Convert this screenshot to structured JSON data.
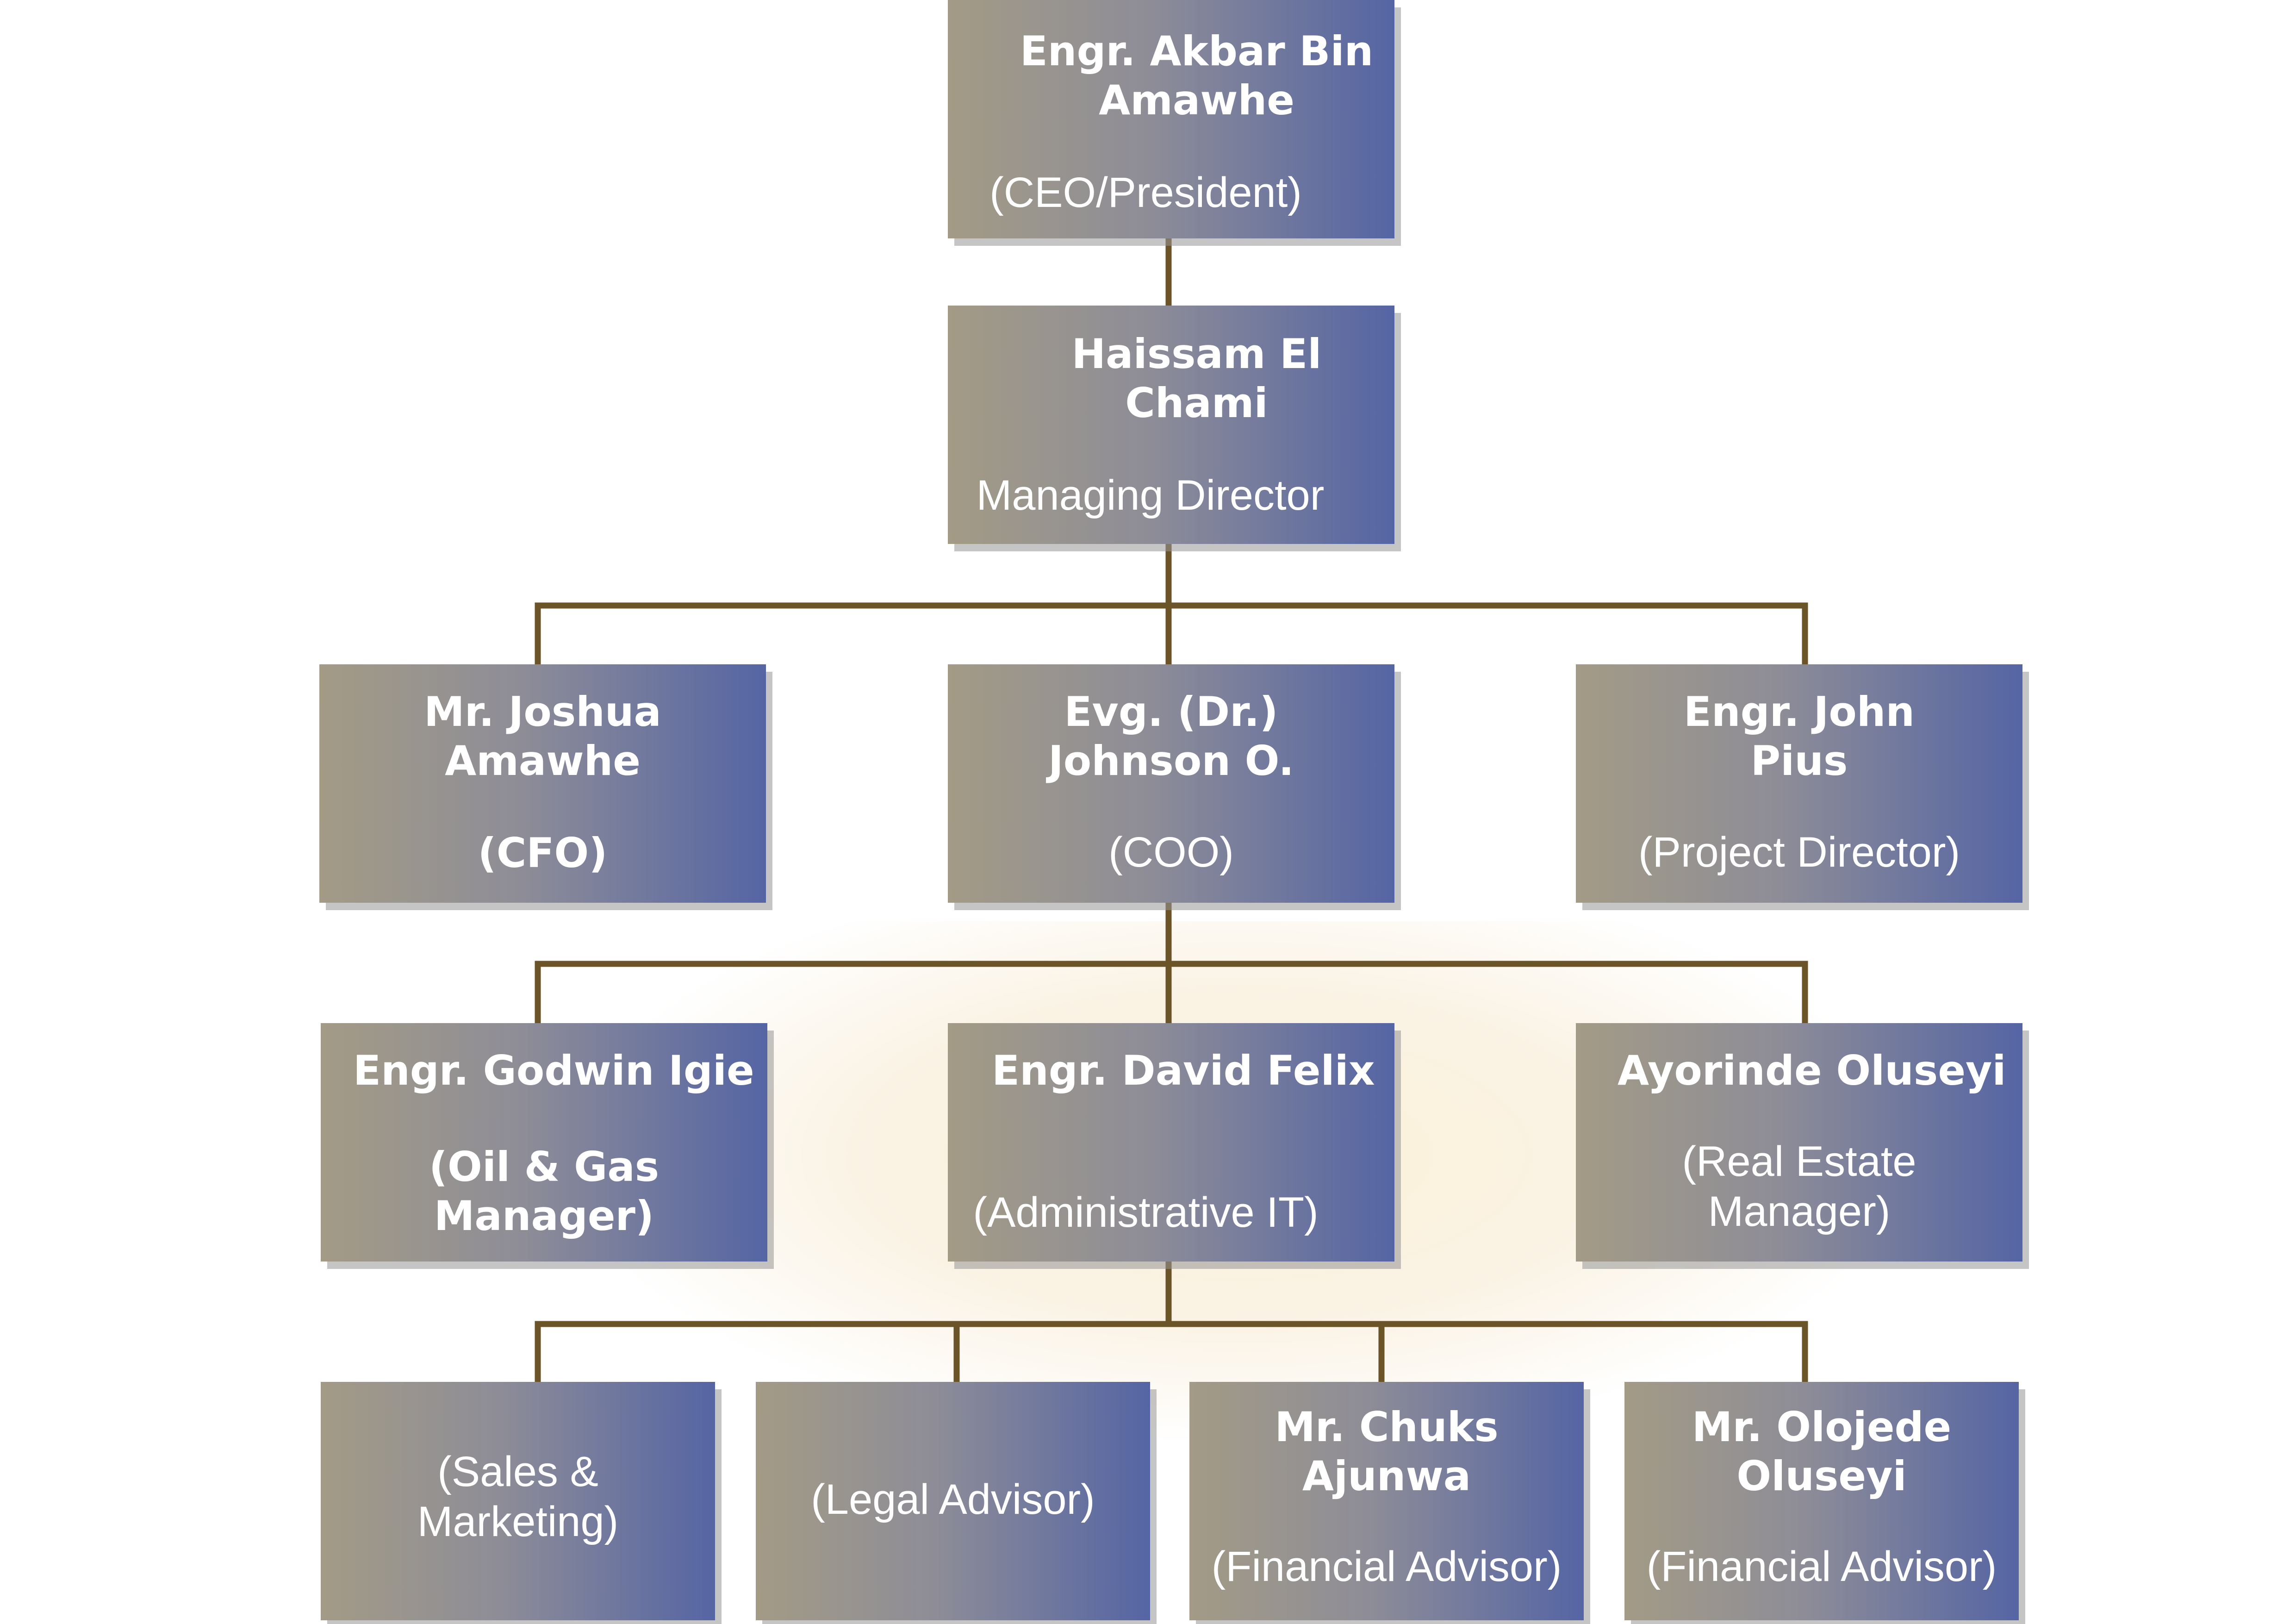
{
  "org_chart": {
    "ceo": {
      "name": "Engr. Akbar Bin\nAmawhe",
      "role": "(CEO/President)"
    },
    "managing_director": {
      "name": "Haissam El\nChami",
      "role": "Managing Director"
    },
    "cfo": {
      "name": "Mr. Joshua\nAmawhe",
      "role": "(CFO)"
    },
    "coo": {
      "name": "Evg. (Dr.)\nJohnson O.",
      "role": "(COO)"
    },
    "project_director": {
      "name": "Engr. John\nPius",
      "role": "(Project Director)"
    },
    "oil_gas_manager": {
      "name": "Engr. Godwin Igie",
      "role": "(Oil & Gas\nManager)"
    },
    "administrative_it": {
      "name": "Engr. David Felix",
      "role": "(Administrative IT)"
    },
    "real_estate_manager": {
      "name": "Ayorinde Oluseyi",
      "role": "(Real Estate\nManager)"
    },
    "sales_marketing": {
      "role": "(Sales &\nMarketing)"
    },
    "legal_advisor": {
      "role": "(Legal Advisor)"
    },
    "financial_advisor_1": {
      "name": "Mr. Chuks\nAjunwa",
      "role": "(Financial Advisor)"
    },
    "financial_advisor_2": {
      "name": "Mr. Olojede\nOluseyi",
      "role": "(Financial Advisor)"
    }
  },
  "colors": {
    "box_gradient_start": "#a39b86",
    "box_gradient_end": "#5565a4",
    "connector": "#6b5428",
    "text": "#ffffff"
  }
}
